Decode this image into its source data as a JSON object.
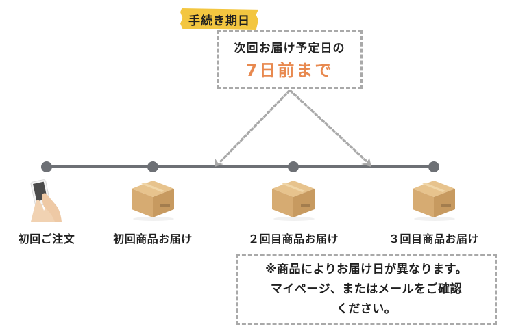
{
  "deadline": {
    "tag_label": "手続き期日",
    "line1": "次回お届け予定日の",
    "line2": "7日前まで",
    "tag_color": "#f3c640",
    "highlight_color": "#e8894f"
  },
  "timeline": {
    "line_color": "#6d7075",
    "steps": [
      {
        "label": "初回ご注文",
        "icon": "smartphone-hand-icon"
      },
      {
        "label": "初回商品お届け",
        "icon": "cardboard-box-icon"
      },
      {
        "label": "２回目商品お届け",
        "icon": "cardboard-box-icon"
      },
      {
        "label": "３回目商品お届け",
        "icon": "cardboard-box-icon"
      }
    ]
  },
  "note": {
    "lines": [
      "※商品によりお届け日が異なります。",
      "マイページ、またはメールをご確認",
      "ください。"
    ]
  }
}
